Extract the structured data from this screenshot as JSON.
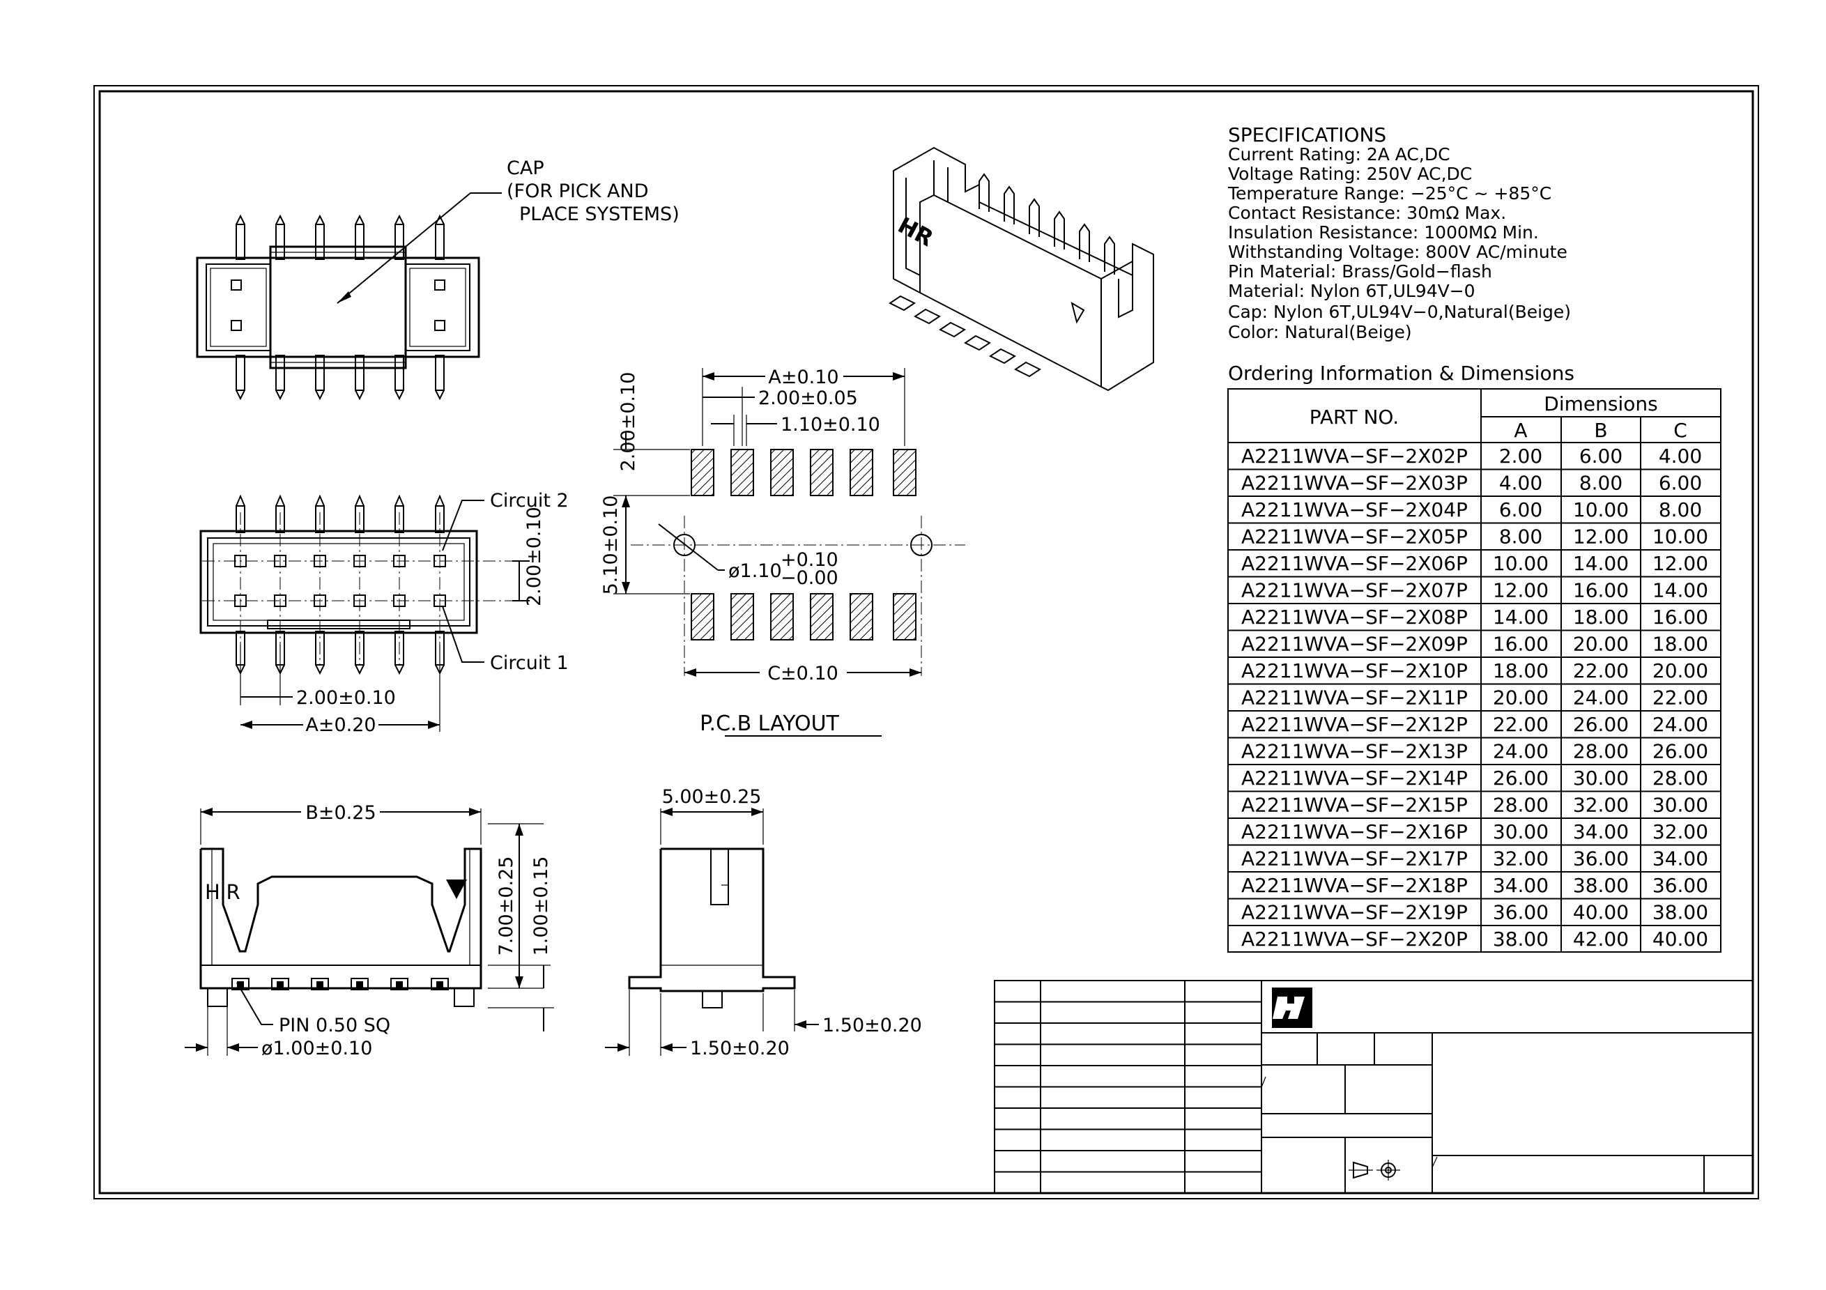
{
  "views": {
    "top": {
      "cap_label": [
        "CAP",
        "(FOR PICK AND",
        "PLACE SYSTEMS)"
      ]
    },
    "bottom": {
      "circuit2_label": "Circuit 2",
      "circuit1_label": "Circuit 1",
      "pitch_dim": "2.00±0.10",
      "a_dim": "A±0.20",
      "row_dim": "2.00±0.10"
    },
    "pcb": {
      "title": "P.C.B LAYOUT",
      "a_dim": "A±0.10",
      "pitch_dim": "2.00±0.05",
      "pad_w_dim": "1.10±0.10",
      "pad_h_dim": "2.00±0.10",
      "row_dim": "5.10±0.10",
      "hole_dim_main": "ø1.10",
      "hole_dim_plus": "+0.10",
      "hole_dim_minus": "−0.00",
      "c_dim": "C±0.10"
    },
    "front": {
      "b_dim": "B±0.25",
      "mark": "H.R",
      "height_dim": "7.00±0.25",
      "pin_h_dim": "1.00±0.15",
      "pin_label": "PIN 0.50 SQ",
      "peg_dim": "ø1.00±0.10"
    },
    "side": {
      "width_dim": "5.00±0.25",
      "foot_dim_right": "1.50±0.20",
      "foot_dim_left": "1.50±0.20"
    },
    "iso": {
      "mark": "HR"
    }
  },
  "specifications": {
    "title": "SPECIFICATIONS",
    "lines": [
      "Current Rating: 2A AC,DC",
      "Voltage Rating: 250V AC,DC",
      "Temperature Range: −25°C ~ +85°C",
      "Contact Resistance: 30mΩ Max.",
      "Insulation Resistance: 1000MΩ Min.",
      "Withstanding Voltage: 800V AC/minute",
      "Pin Material: Brass/Gold−flash",
      "Material: Nylon 6T,UL94V−0",
      "Cap: Nylon 6T,UL94V−0,Natural(Beige)",
      "Color: Natural(Beige)"
    ]
  },
  "ordering": {
    "title": "Ordering Information & Dimensions",
    "headers": {
      "part": "PART NO.",
      "dimensions": "Dimensions",
      "a": "A",
      "b": "B",
      "c": "C"
    },
    "rows": [
      [
        "A2211WVA−SF−2X02P",
        "2.00",
        "6.00",
        "4.00"
      ],
      [
        "A2211WVA−SF−2X03P",
        "4.00",
        "8.00",
        "6.00"
      ],
      [
        "A2211WVA−SF−2X04P",
        "6.00",
        "10.00",
        "8.00"
      ],
      [
        "A2211WVA−SF−2X05P",
        "8.00",
        "12.00",
        "10.00"
      ],
      [
        "A2211WVA−SF−2X06P",
        "10.00",
        "14.00",
        "12.00"
      ],
      [
        "A2211WVA−SF−2X07P",
        "12.00",
        "16.00",
        "14.00"
      ],
      [
        "A2211WVA−SF−2X08P",
        "14.00",
        "18.00",
        "16.00"
      ],
      [
        "A2211WVA−SF−2X09P",
        "16.00",
        "20.00",
        "18.00"
      ],
      [
        "A2211WVA−SF−2X10P",
        "18.00",
        "22.00",
        "20.00"
      ],
      [
        "A2211WVA−SF−2X11P",
        "20.00",
        "24.00",
        "22.00"
      ],
      [
        "A2211WVA−SF−2X12P",
        "22.00",
        "26.00",
        "24.00"
      ],
      [
        "A2211WVA−SF−2X13P",
        "24.00",
        "28.00",
        "26.00"
      ],
      [
        "A2211WVA−SF−2X14P",
        "26.00",
        "30.00",
        "28.00"
      ],
      [
        "A2211WVA−SF−2X15P",
        "28.00",
        "32.00",
        "30.00"
      ],
      [
        "A2211WVA−SF−2X16P",
        "30.00",
        "34.00",
        "32.00"
      ],
      [
        "A2211WVA−SF−2X17P",
        "32.00",
        "36.00",
        "34.00"
      ],
      [
        "A2211WVA−SF−2X18P",
        "34.00",
        "38.00",
        "36.00"
      ],
      [
        "A2211WVA−SF−2X19P",
        "36.00",
        "40.00",
        "38.00"
      ],
      [
        "A2211WVA−SF−2X20P",
        "38.00",
        "42.00",
        "40.00"
      ]
    ]
  },
  "title_block": {
    "logo": "HR-logo",
    "projection_symbol": "third-angle-projection-icon"
  }
}
